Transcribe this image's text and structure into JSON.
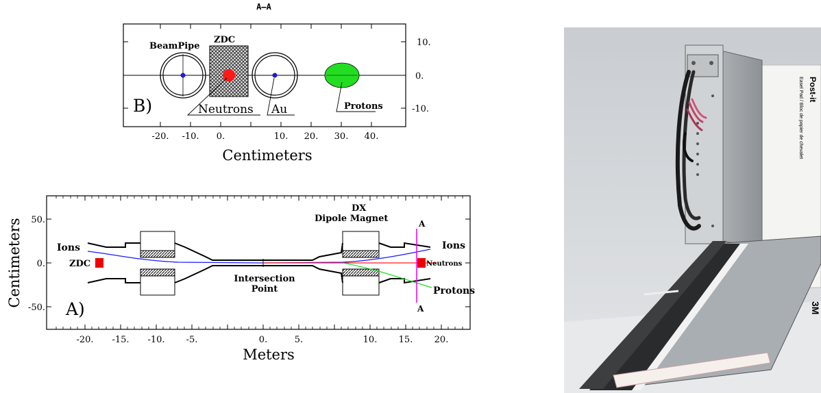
{
  "panelB": {
    "title": "A–A",
    "tag": "B)",
    "labels": {
      "beampipe": "BeamPipe",
      "zdc": "ZDC",
      "neutrons": "Neutrons",
      "au": "Au",
      "protons": "Protons"
    },
    "x_ticks": [
      "-20.",
      "-10.",
      "0.",
      "10.",
      "20.",
      "30.",
      "40."
    ],
    "y_ticks": [
      "10.",
      "0.",
      "-10."
    ],
    "xlabel": "Centimeters"
  },
  "panelA": {
    "tag": "A)",
    "labels": {
      "ions_left": "Ions",
      "ions_right": "Ions",
      "zdc": "ZDC",
      "neutrons": "Neutrons",
      "protons": "Protons",
      "dx": "DX",
      "dipole": "Dipole  Magnet",
      "ip1": "Intersection",
      "ip2": "Point",
      "a_top": "A",
      "a_bottom": "A"
    },
    "x_ticks": [
      "-20.",
      "-15.",
      "-10.",
      "-5.",
      "0.",
      "5.",
      "10.",
      "15.",
      "20."
    ],
    "y_ticks": [
      "50.",
      "0.",
      "-50."
    ],
    "xlabel": "Meters",
    "ylabel": "Centimeters"
  },
  "photo": {
    "postit_brand": "Post-it",
    "note_text": "Easel Pad / Bloc de papier de chevalet",
    "brand_3m": "3M"
  },
  "colors": {
    "neutron": "#ff1a1a",
    "ion": "#1a1aff",
    "proton": "#22dd22",
    "zdc_block": "#ee0000",
    "cut_line": "#ee00ee",
    "hatch": "#333333"
  }
}
